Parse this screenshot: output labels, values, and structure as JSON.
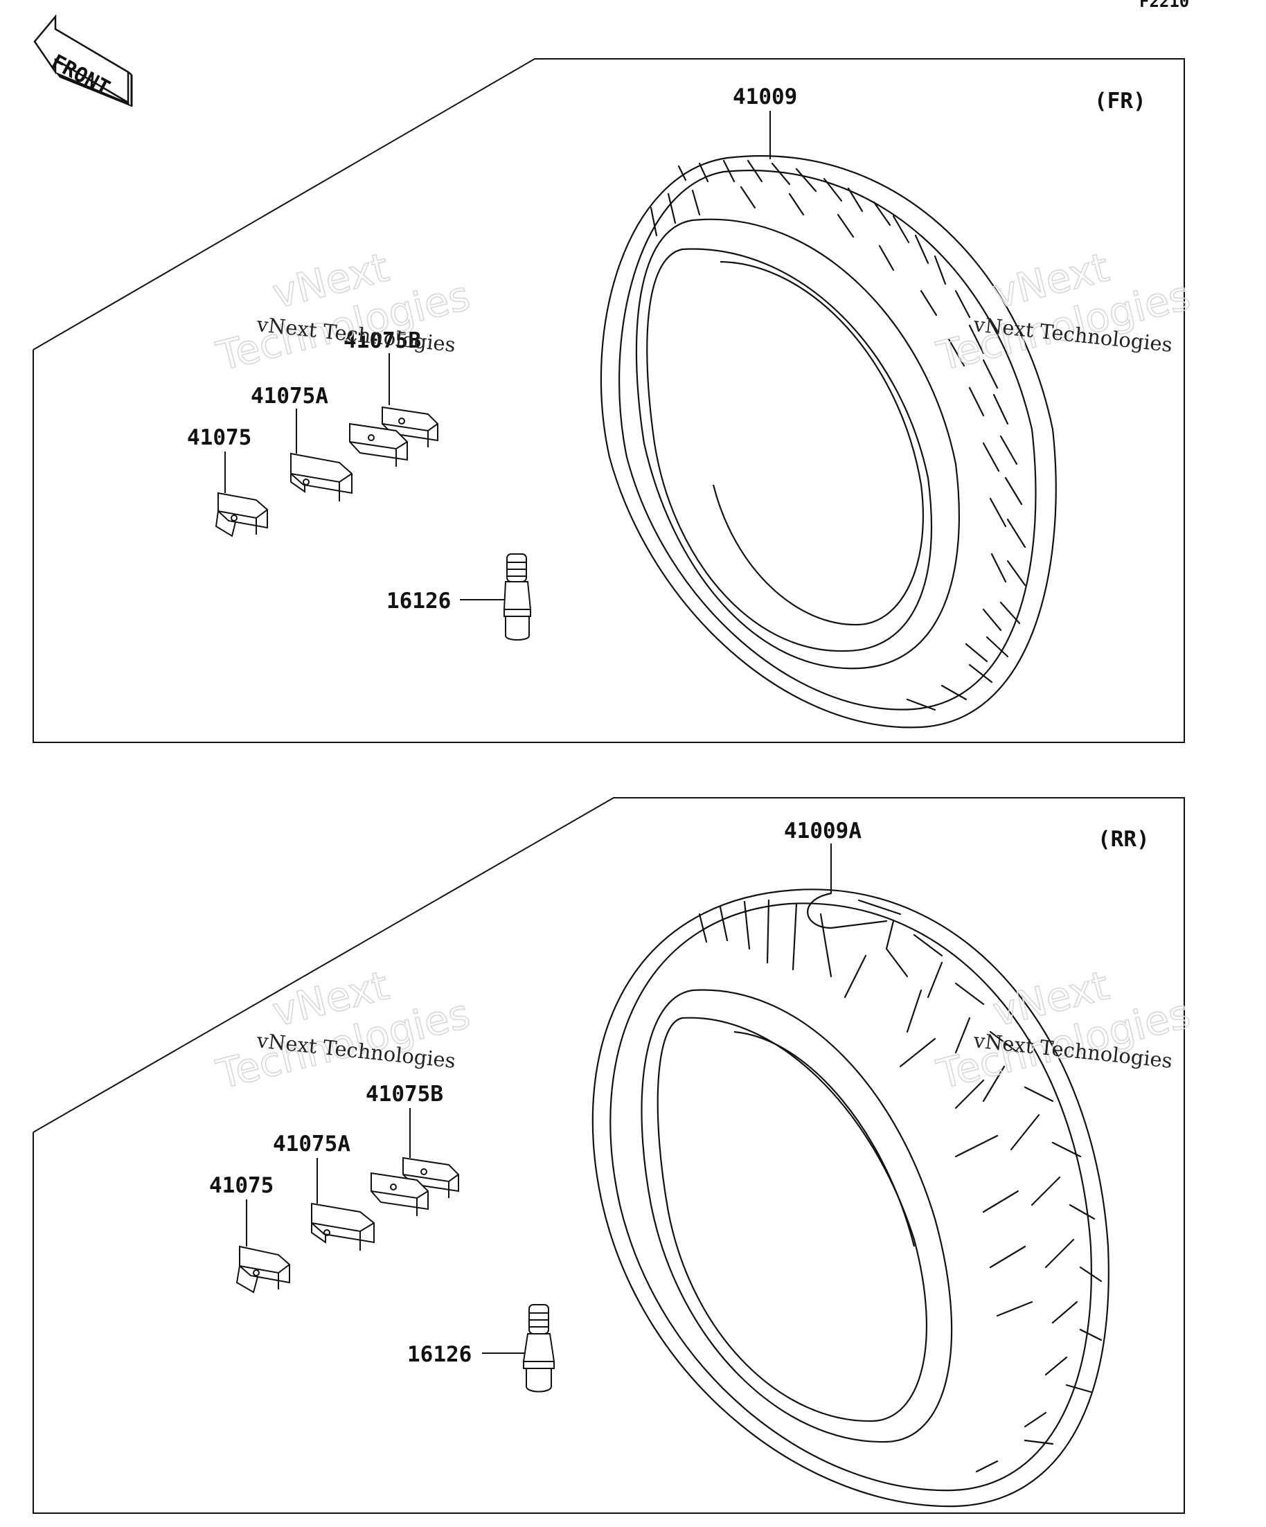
{
  "diagram_code": "F2210",
  "front_arrow": {
    "label": "FRONT"
  },
  "watermark": {
    "big_line1": "vNext",
    "big_line2": "Technologies",
    "small": "vNext Technologies"
  },
  "colors": {
    "line": "#111111",
    "background": "#ffffff",
    "watermark": "#d8d8d8"
  },
  "panels": [
    {
      "position": "FR",
      "position_label": "(FR)",
      "parts": {
        "tire": "41009",
        "balancer_b": "41075B",
        "balancer_a": "41075A",
        "balancer": "41075",
        "valve": "16126"
      }
    },
    {
      "position": "RR",
      "position_label": "(RR)",
      "parts": {
        "tire": "41009A",
        "balancer_b": "41075B",
        "balancer_a": "41075A",
        "balancer": "41075",
        "valve": "16126"
      }
    }
  ]
}
